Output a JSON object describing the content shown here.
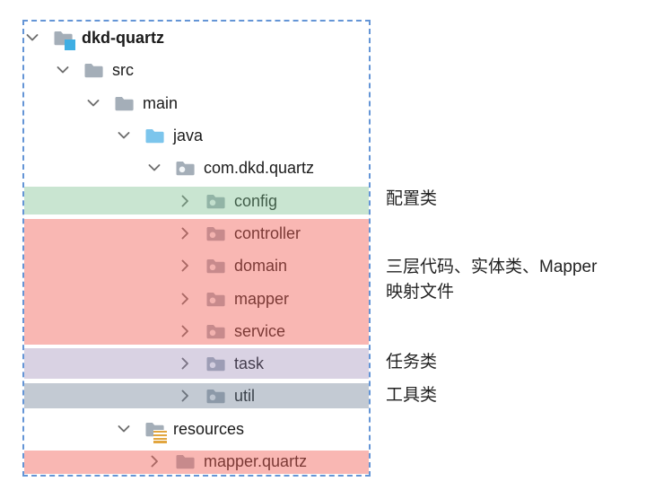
{
  "tree": {
    "rows": [
      {
        "label": "dkd-quartz",
        "level": 0,
        "expanded": true,
        "icon": "project-folder",
        "highlight": "none"
      },
      {
        "label": "src",
        "level": 1,
        "expanded": true,
        "icon": "folder",
        "highlight": "none"
      },
      {
        "label": "main",
        "level": 2,
        "expanded": true,
        "icon": "folder",
        "highlight": "none"
      },
      {
        "label": "java",
        "level": 3,
        "expanded": true,
        "icon": "source-folder",
        "highlight": "none"
      },
      {
        "label": "com.dkd.quartz",
        "level": 4,
        "expanded": true,
        "icon": "package-folder",
        "highlight": "none"
      },
      {
        "label": "config",
        "level": 5,
        "expanded": false,
        "icon": "package-folder",
        "highlight": "green"
      },
      {
        "label": "controller",
        "level": 5,
        "expanded": false,
        "icon": "package-folder",
        "highlight": "pink"
      },
      {
        "label": "domain",
        "level": 5,
        "expanded": false,
        "icon": "package-folder",
        "highlight": "pink"
      },
      {
        "label": "mapper",
        "level": 5,
        "expanded": false,
        "icon": "package-folder",
        "highlight": "pink"
      },
      {
        "label": "service",
        "level": 5,
        "expanded": false,
        "icon": "package-folder",
        "highlight": "pink"
      },
      {
        "label": "task",
        "level": 5,
        "expanded": false,
        "icon": "package-folder",
        "highlight": "purple"
      },
      {
        "label": "util",
        "level": 5,
        "expanded": false,
        "icon": "package-folder",
        "highlight": "gray"
      },
      {
        "label": "resources",
        "level": 3,
        "expanded": true,
        "icon": "resources-folder",
        "highlight": "none"
      },
      {
        "label": "mapper.quartz",
        "level": 4,
        "expanded": false,
        "icon": "folder",
        "highlight": "pink"
      }
    ]
  },
  "annotations": {
    "config": "配置类",
    "layers": "三层代码、实体类、Mapper\n映射文件",
    "task": "任务类",
    "util": "工具类"
  },
  "colors": {
    "highlight_green": "#c9e5d1",
    "highlight_pink": "#f9b7b3",
    "highlight_purple": "#d9d2e3",
    "highlight_gray": "#c3cad3",
    "dashed_border_blue": "#6495d6",
    "folder_gray": "#a4aeb8",
    "java_source_blue": "#7cc5ec",
    "module_square_blue": "#3faee3",
    "resources_amber": "#e2a63f",
    "chevron_gray": "#6e6e6e"
  }
}
